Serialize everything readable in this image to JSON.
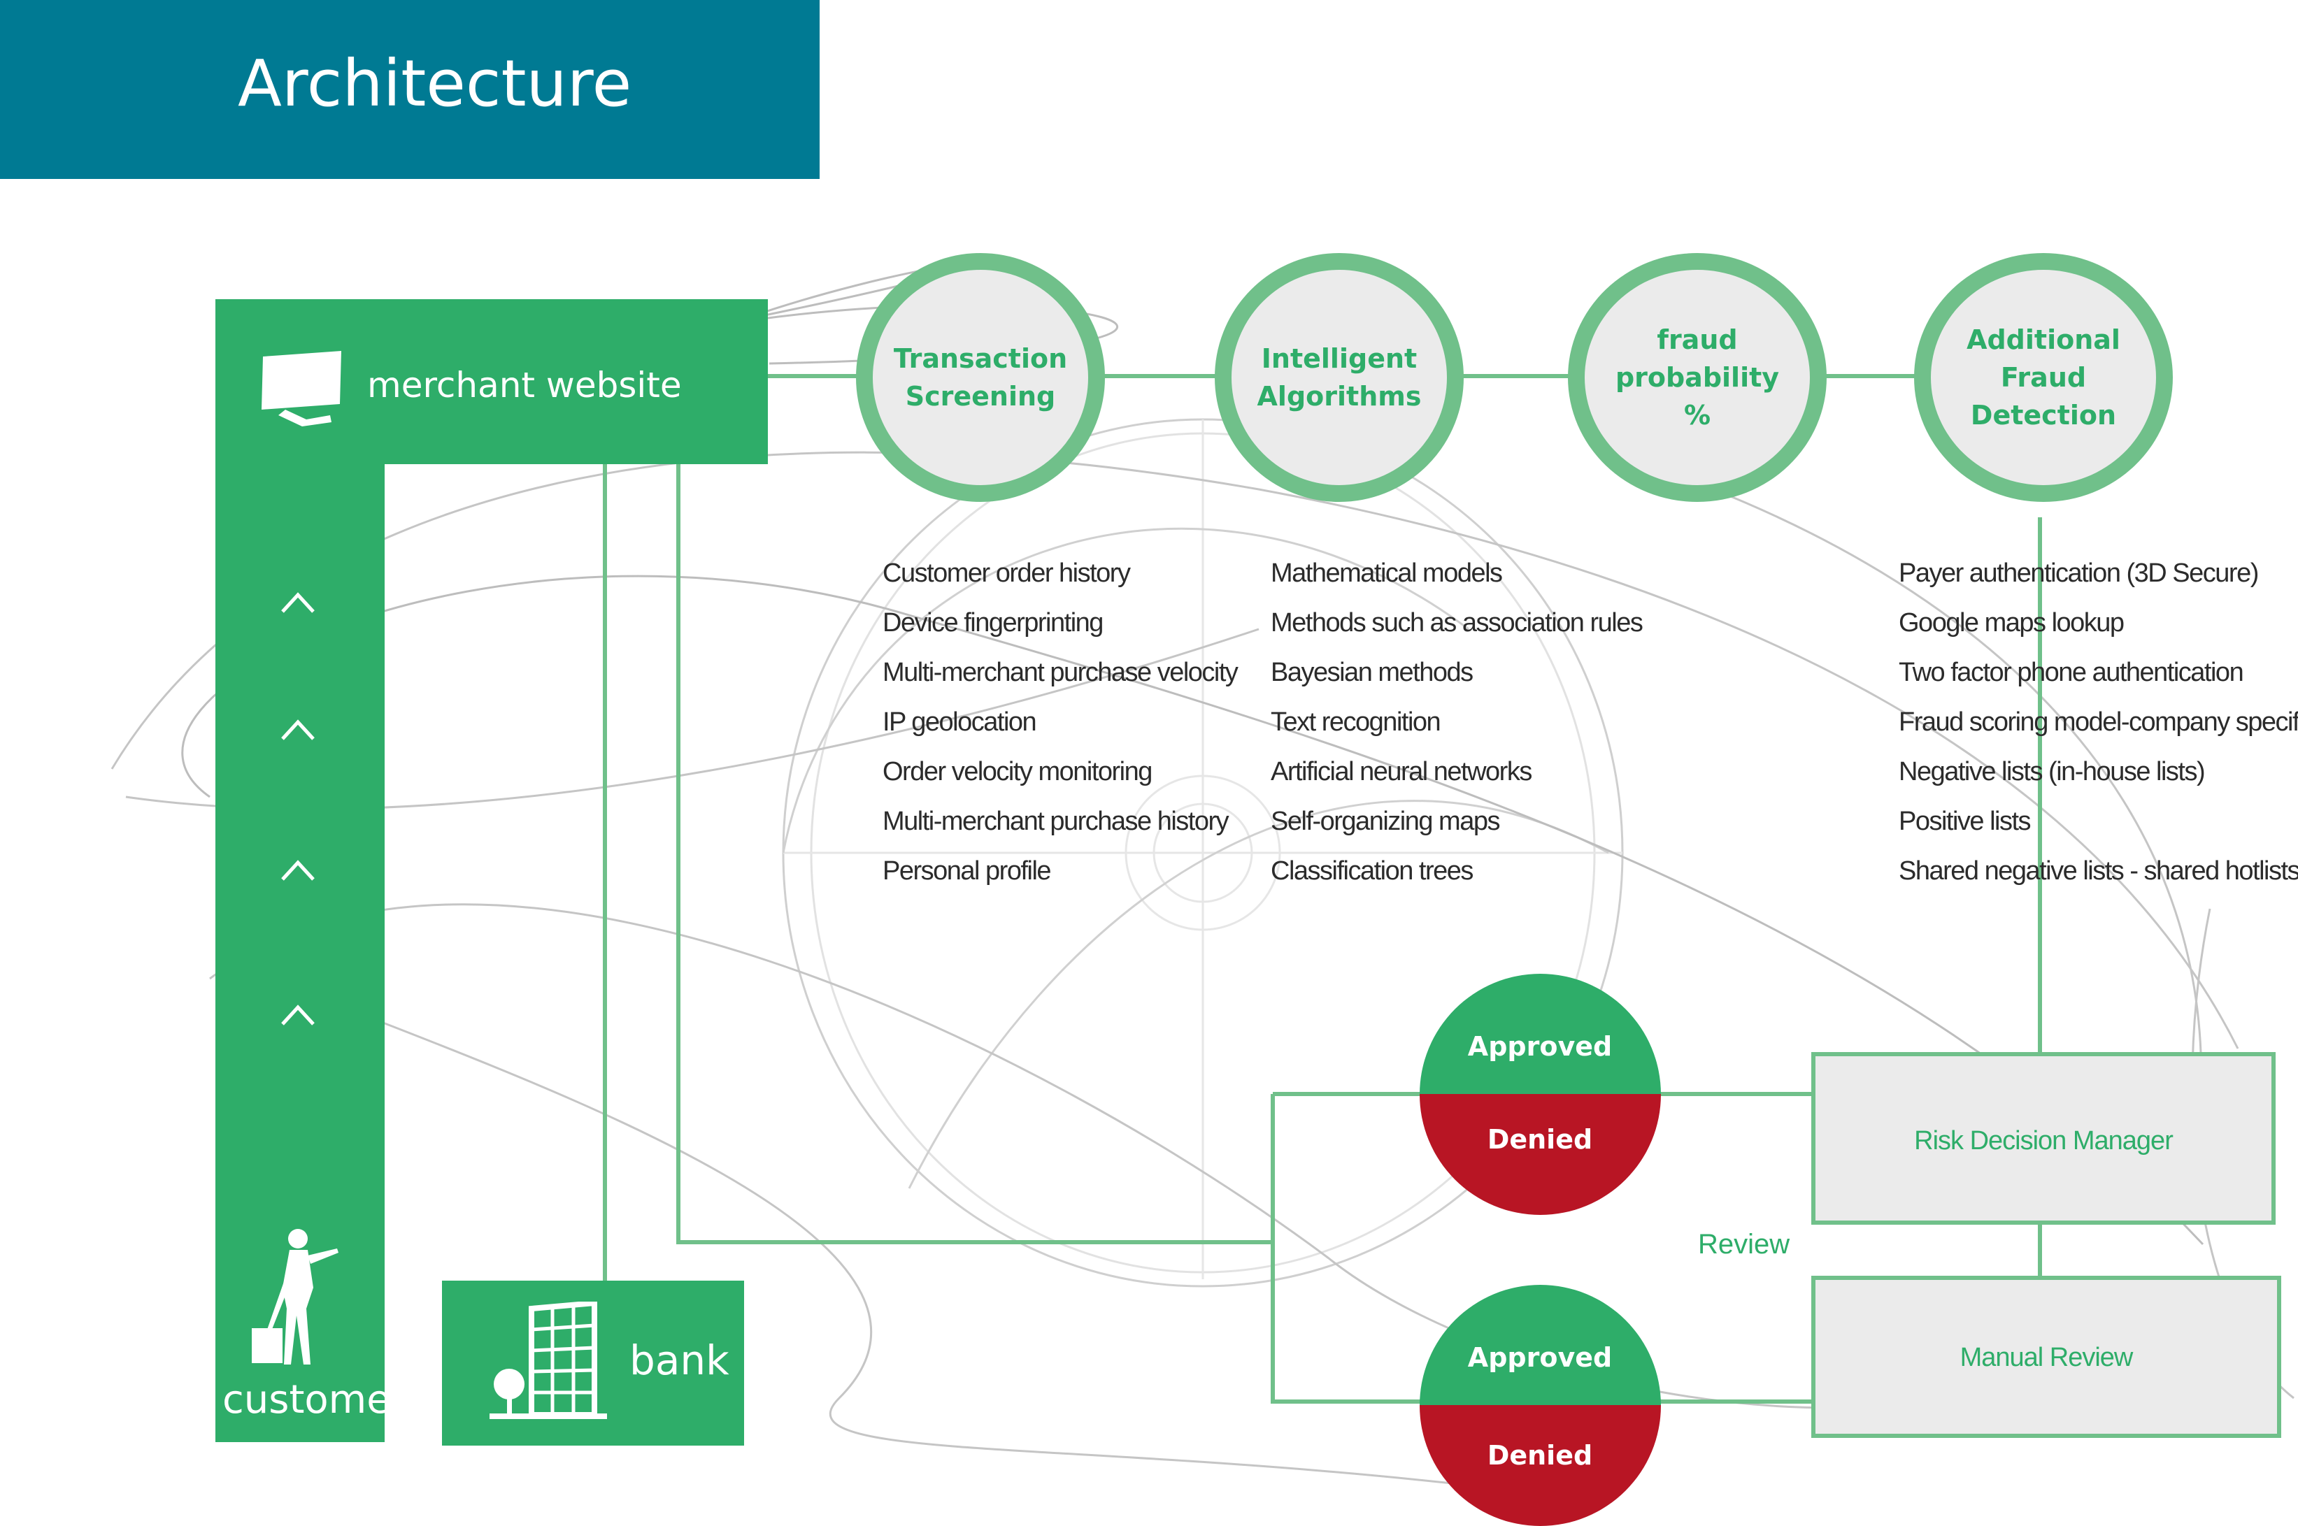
{
  "page_title": "Architecture",
  "actors": {
    "merchant": "merchant website",
    "customer": "customer",
    "bank": "bank"
  },
  "process_nodes": [
    {
      "label": "Transaction\nScreening"
    },
    {
      "label": "Intelligent\nAlgorithms"
    },
    {
      "label": "fraud probability\n%"
    },
    {
      "label": "Additional\nFraud Detection"
    }
  ],
  "lists": {
    "transaction_screening": [
      "Customer order history",
      "Device fingerprinting",
      "Multi-merchant purchase velocity",
      "IP geolocation",
      "Order velocity monitoring",
      "Multi-merchant purchase history",
      "Personal profile"
    ],
    "intelligent_algorithms": [
      "Mathematical models",
      "Methods such as association rules",
      "Bayesian methods",
      "Text recognition",
      "Artificial neural networks",
      "Self-organizing maps",
      "Classification trees"
    ],
    "additional_fraud_detection": [
      "Payer authentication (3D Secure)",
      "Google maps lookup",
      "Two factor phone authentication",
      "Fraud scoring model-company specific",
      "Negative lists (in-house lists)",
      "Positive lists",
      "Shared negative lists - shared hotlists"
    ]
  },
  "decisions": [
    {
      "approved": "Approved",
      "denied": "Denied"
    },
    {
      "approved": "Approved",
      "denied": "Denied"
    }
  ],
  "review_boxes": {
    "risk_manager": "Risk Decision Manager",
    "manual_review": "Manual Review",
    "review_label": "Review"
  },
  "colors": {
    "title_bar": "#007a93",
    "green": "#2ead69",
    "light_green": "#70c08a",
    "red": "#b81524",
    "node_fill": "#ebebeb"
  },
  "icons": [
    "monitor-icon",
    "chevron-up-icon",
    "businesswoman-icon",
    "building-icon"
  ]
}
